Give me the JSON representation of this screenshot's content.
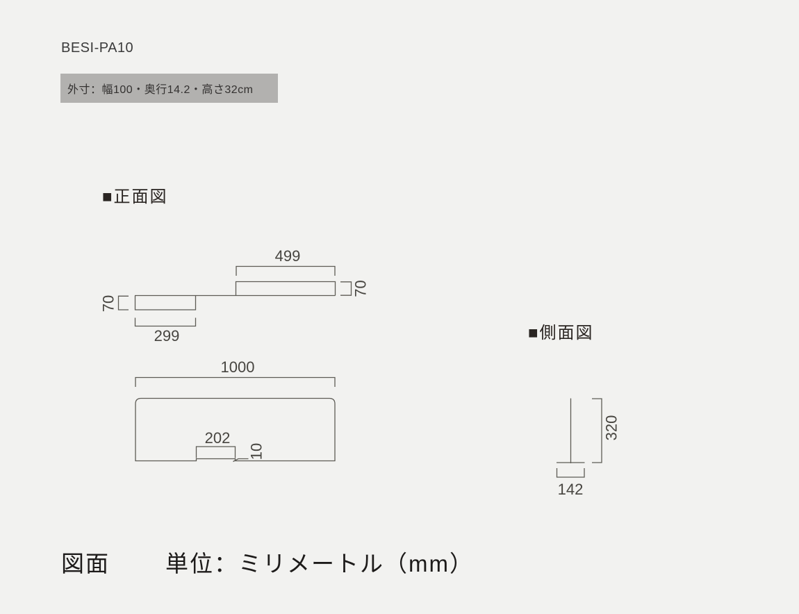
{
  "product": {
    "code": "BESI-PA10",
    "outer_size_label": "外寸：幅100・奥行14.2・高さ32cm"
  },
  "front_view": {
    "title": "■正面図",
    "dims": {
      "top_shelf_width": "499",
      "top_shelf_thickness": "70",
      "bottom_shelf_thickness": "70",
      "bottom_shelf_width": "299",
      "panel_width": "1000",
      "notch_width": "202",
      "notch_depth": "10"
    }
  },
  "side_view": {
    "title": "■側面図",
    "dims": {
      "height": "320",
      "depth": "142"
    }
  },
  "footer": {
    "drawing_label": "図面",
    "unit_label": "単位：ミリメートル（mm）"
  },
  "colors": {
    "background": "#f2f2f0",
    "spec_box_bg": "#b2b1af",
    "drawing_line": "#5d5b55",
    "dimension_text": "#474540",
    "heading_text": "#2a2522",
    "footer_text": "#1d1b1a"
  }
}
